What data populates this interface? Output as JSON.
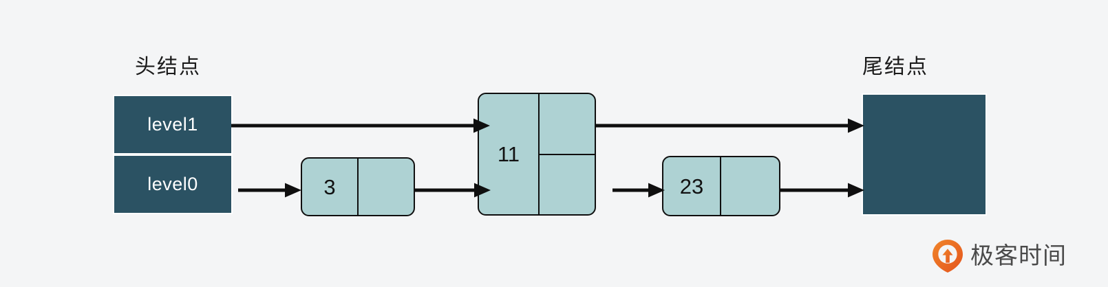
{
  "page": {
    "background_color": "#f4f5f6",
    "title": "Skip list structure diagram"
  },
  "palette": {
    "dark_node": "#2b5263",
    "light_node": "#aed2d3",
    "stroke": "#0f0f0f",
    "label_text": "#1b1b1b",
    "node_text": "#111111",
    "head_text": "#ffffff",
    "logo_orange": "#ee6a23",
    "logo_text": "#4a4a4a"
  },
  "labels": {
    "head": "头结点",
    "tail": "尾结点"
  },
  "head_node": {
    "name": "head-node",
    "levels": [
      {
        "label": "level1"
      },
      {
        "label": "level0"
      }
    ]
  },
  "tail_node": {
    "name": "tail-node",
    "label": ""
  },
  "nodes": [
    {
      "id": "node-3",
      "value": "3",
      "levels": 1
    },
    {
      "id": "node-11",
      "value": "11",
      "levels": 2
    },
    {
      "id": "node-23",
      "value": "23",
      "levels": 1
    }
  ],
  "arrows": [
    {
      "id": "arrow-head-level1-to-11",
      "from": "head-node.level1",
      "to": "node-11"
    },
    {
      "id": "arrow-head-level0-to-3",
      "from": "head-node.level0",
      "to": "node-3"
    },
    {
      "id": "arrow-3-to-11",
      "from": "node-3",
      "to": "node-11"
    },
    {
      "id": "arrow-11-level1-to-tail",
      "from": "node-11.level1",
      "to": "tail-node"
    },
    {
      "id": "arrow-11-level0-to-23",
      "from": "node-11.level0",
      "to": "node-23"
    },
    {
      "id": "arrow-23-to-tail",
      "from": "node-23",
      "to": "tail-node"
    }
  ],
  "logo": {
    "icon": "geektime-pin-icon",
    "text": "极客时间"
  }
}
